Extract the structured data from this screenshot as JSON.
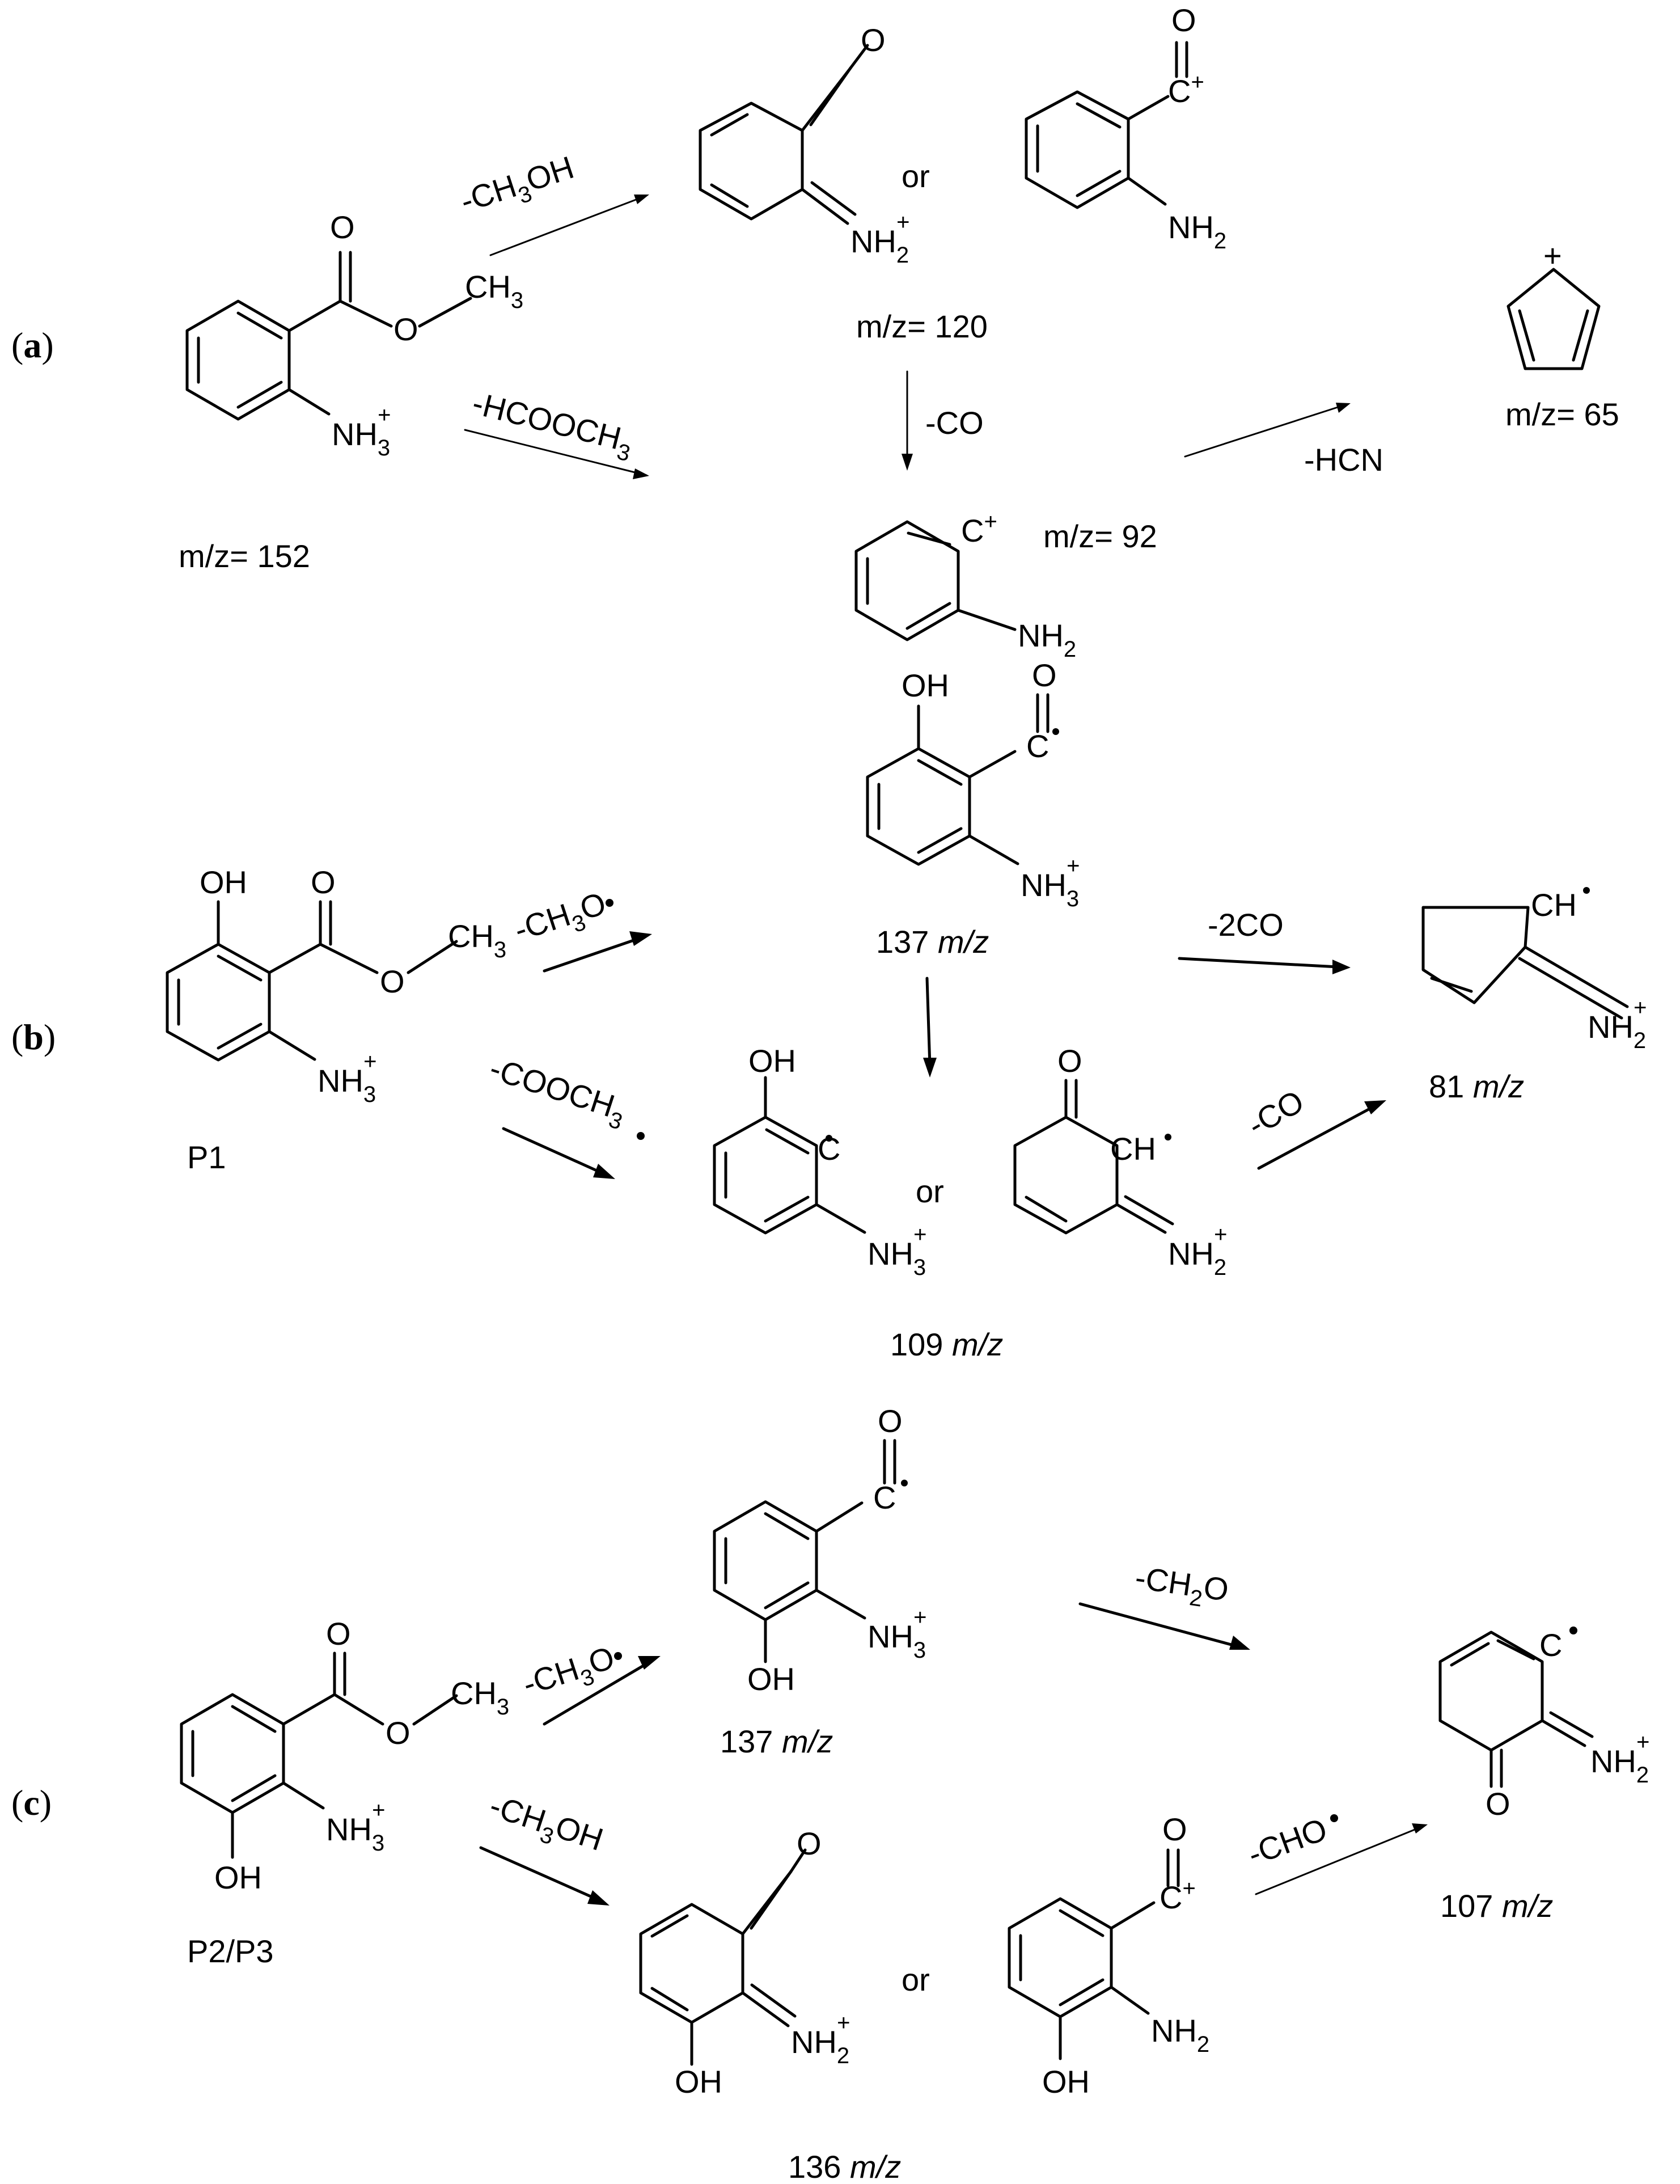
{
  "panels": {
    "a": {
      "open": "(",
      "letter": "a",
      "close": ")"
    },
    "b": {
      "open": "(",
      "letter": "b",
      "close": ")"
    },
    "c": {
      "open": "(",
      "letter": "c",
      "close": ")"
    }
  },
  "atoms": {
    "O": "O",
    "OH": "OH",
    "CH": "CH",
    "C": "C",
    "NH": "NH",
    "plus": "+",
    "two": "2",
    "three": "3"
  },
  "text_a": {
    "ms_152": "m/z= 152",
    "ms_120": "m/z= 120",
    "ms_92": "m/z= 92",
    "ms_65": "m/z= 65",
    "or": "or",
    "loss_ch3oh_1": "-CH",
    "loss_ch3oh_2": "OH",
    "loss_hcooch_1": "-HCOOCH",
    "loss_co": "-CO",
    "loss_hcn": "-HCN"
  },
  "text_b": {
    "label_p1": "P1",
    "mz_137_num": "137",
    "mz_109_num": "109",
    "mz_81_num": "81",
    "mz_unit": "m/z",
    "or": "or",
    "loss_ch3o_1": "-CH",
    "loss_ch3o_2": "O",
    "loss_cooch_1": "-COOCH",
    "loss_2co": "-2CO",
    "loss_co": "-CO"
  },
  "text_c": {
    "label_p2p3": "P2/P3",
    "mz_137_num": "137",
    "mz_136_num": "136",
    "mz_107_num": "107",
    "mz_unit": "m/z",
    "or": "or",
    "loss_ch3o_1": "-CH",
    "loss_ch3o_2": "O",
    "loss_ch3oh_1": "-CH",
    "loss_ch3oh_2": "OH",
    "loss_ch2o_1": "-CH",
    "loss_ch2o_2": "O",
    "loss_cho": "-CHO"
  }
}
